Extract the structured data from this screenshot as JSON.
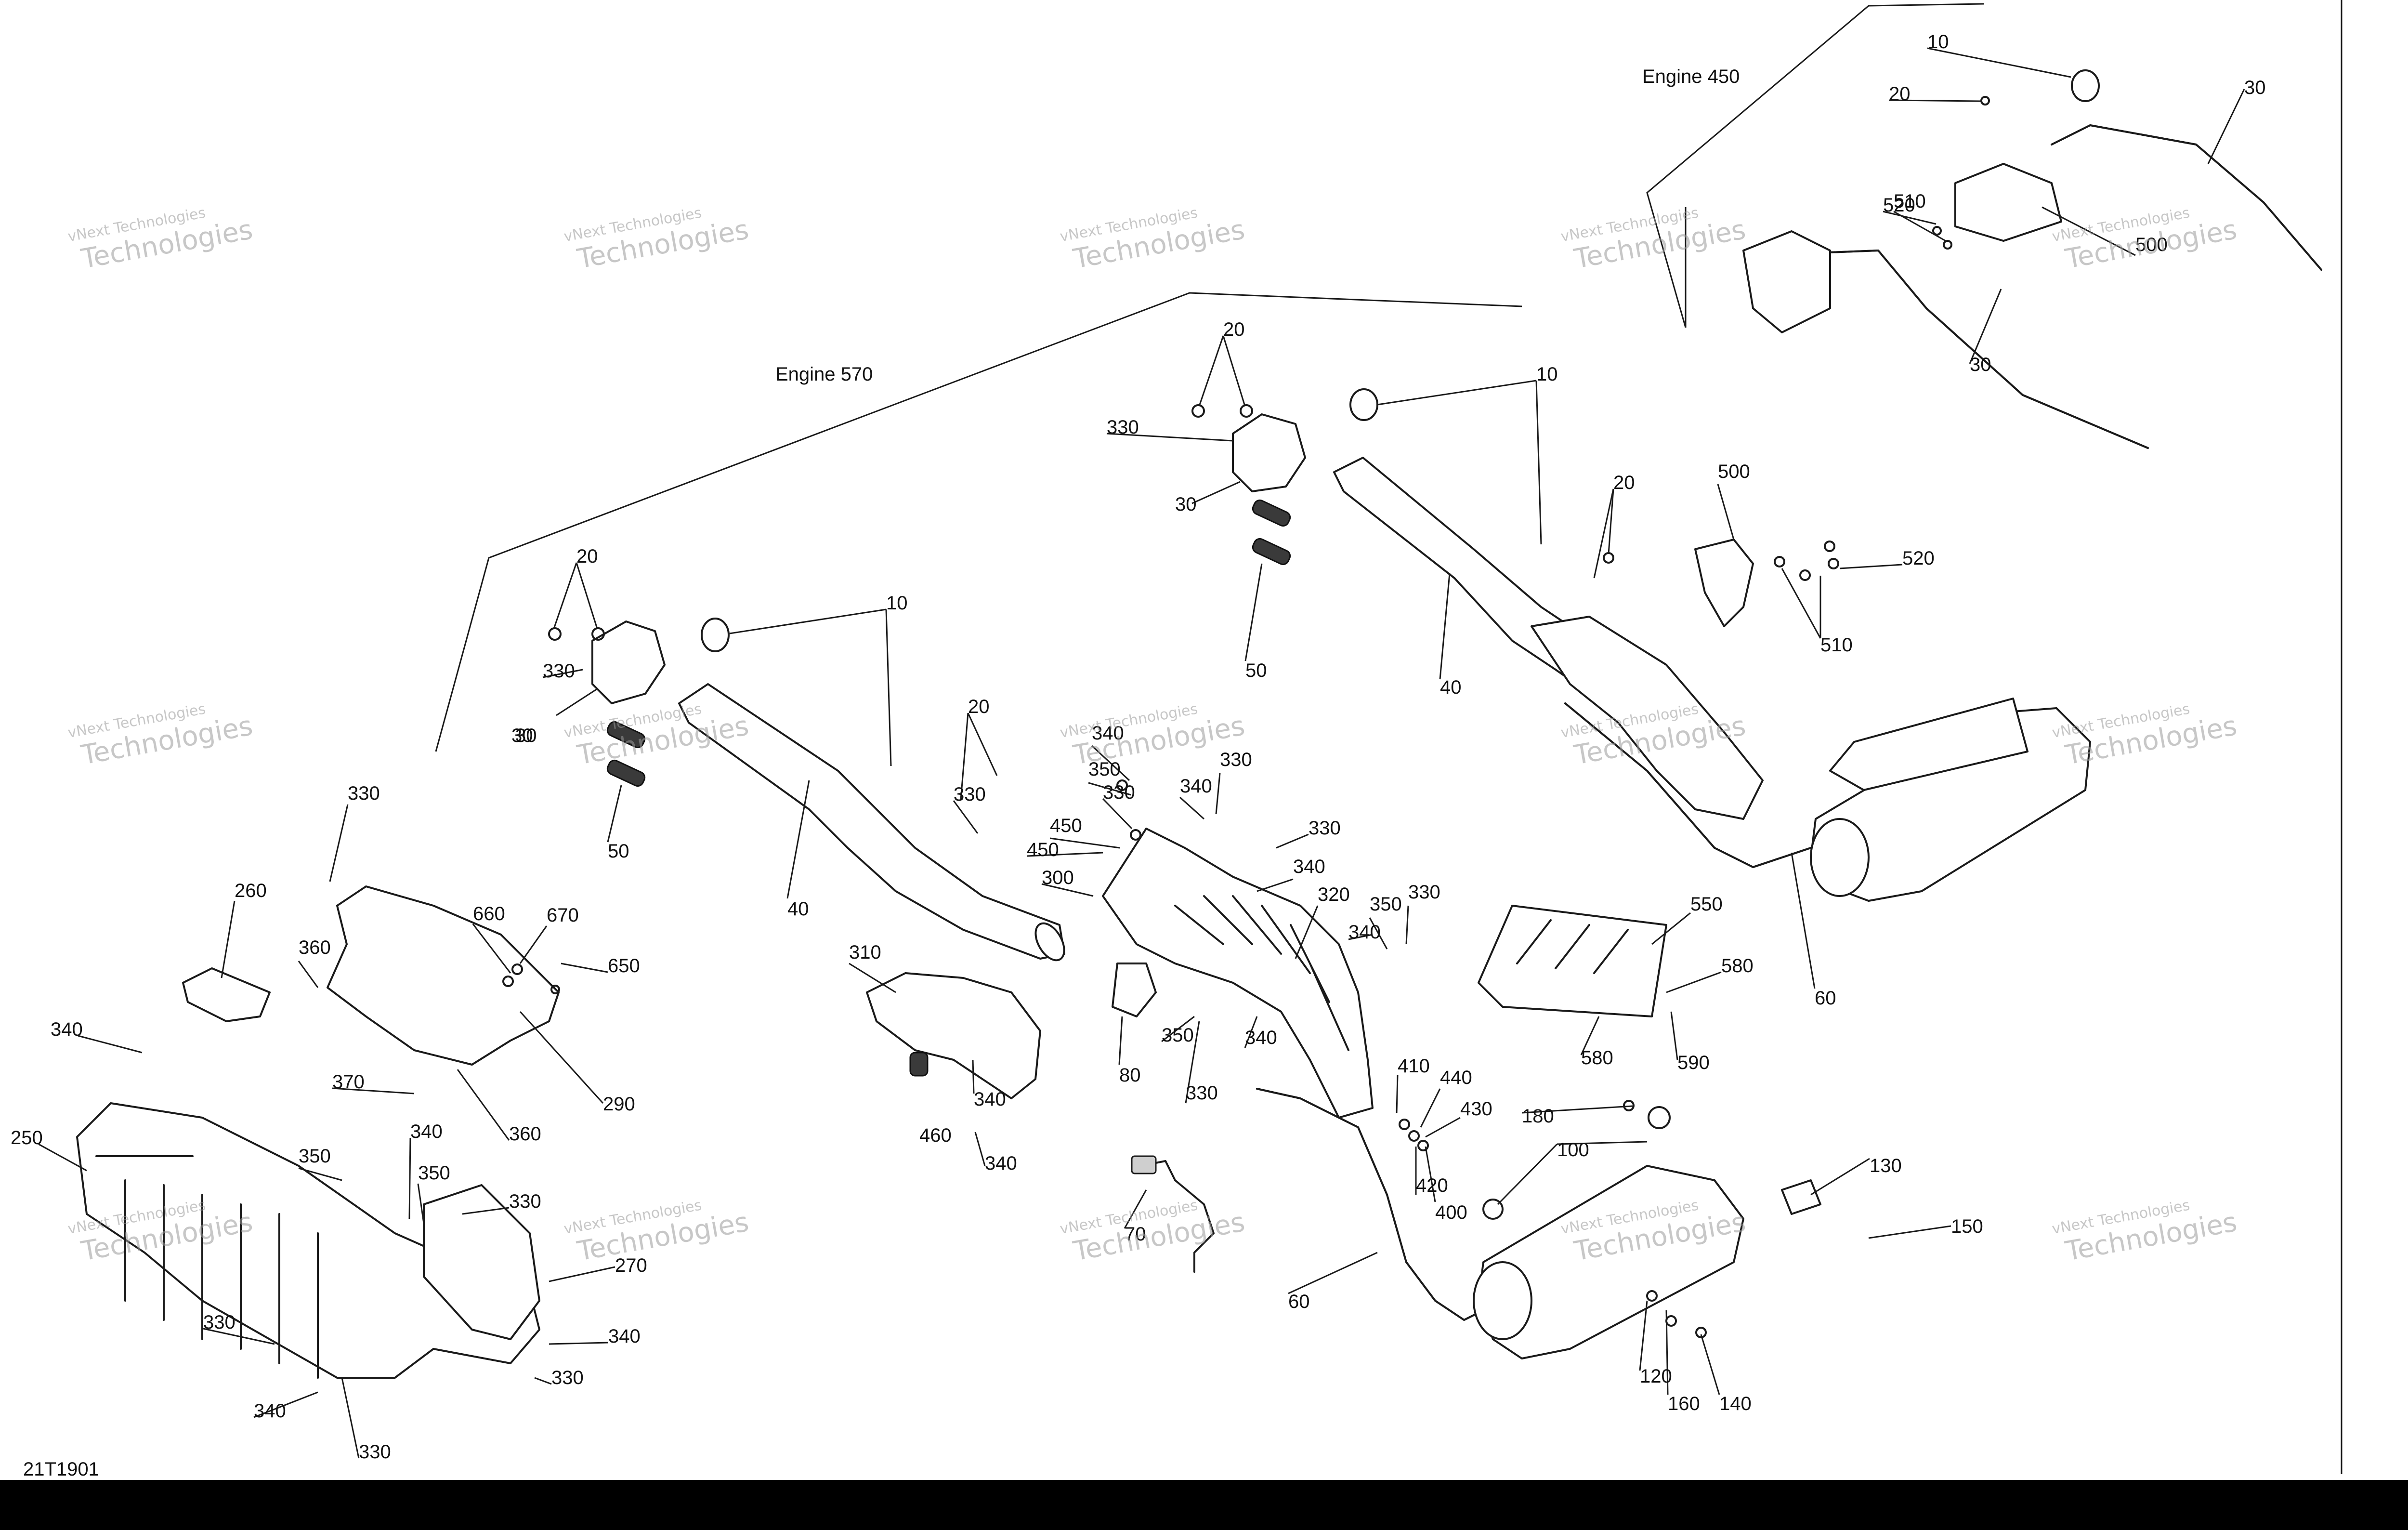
{
  "diagram": {
    "drawing_code": "21T1901",
    "groups": [
      {
        "id": "engine570",
        "label": "Engine 570"
      },
      {
        "id": "engine450",
        "label": "Engine 450"
      }
    ],
    "watermark": {
      "line1": "vNext Technologies",
      "line2": "Technologies"
    },
    "callouts": [
      "10",
      "10",
      "10",
      "20",
      "20",
      "20",
      "20",
      "20",
      "30",
      "30",
      "30",
      "30",
      "30",
      "40",
      "40",
      "50",
      "50",
      "60",
      "60",
      "70",
      "80",
      "100",
      "120",
      "130",
      "140",
      "150",
      "160",
      "180",
      "250",
      "260",
      "270",
      "290",
      "300",
      "310",
      "320",
      "330",
      "330",
      "330",
      "330",
      "330",
      "330",
      "330",
      "330",
      "330",
      "330",
      "330",
      "330",
      "330",
      "340",
      "340",
      "340",
      "340",
      "340",
      "340",
      "340",
      "340",
      "340",
      "340",
      "340",
      "350",
      "350",
      "350",
      "350",
      "350",
      "360",
      "360",
      "370",
      "400",
      "410",
      "420",
      "430",
      "440",
      "450",
      "450",
      "460",
      "500",
      "500",
      "510",
      "510",
      "520",
      "520",
      "550",
      "580",
      "580",
      "590",
      "650",
      "660",
      "670"
    ]
  },
  "colors": {
    "line": "#1a1a1a",
    "background": "#ffffff",
    "footer_bar": "#000000",
    "watermark": "#9a9a9a"
  }
}
